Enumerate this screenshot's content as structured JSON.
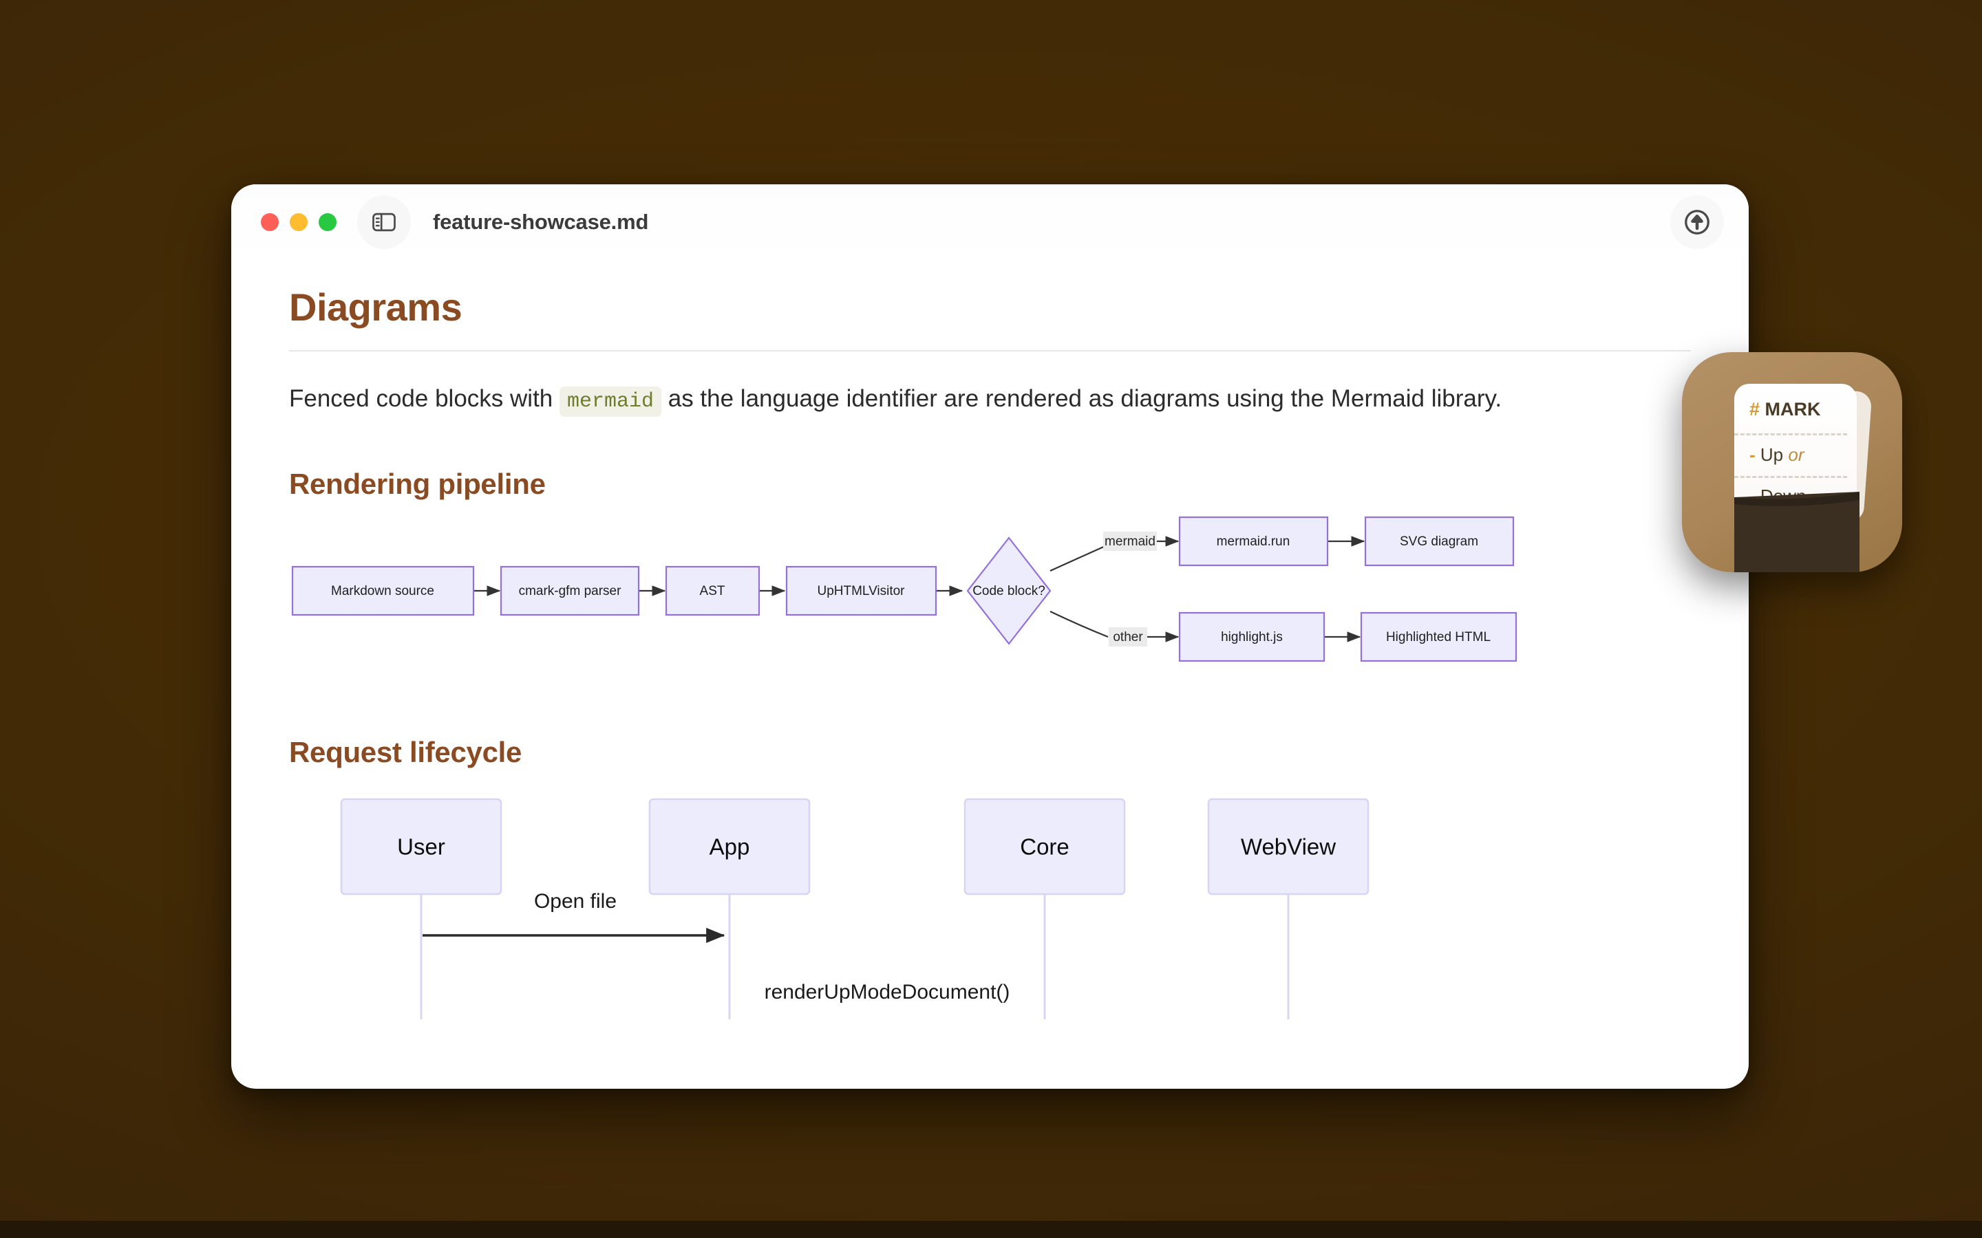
{
  "desktop": {
    "background_color": "#3f2806",
    "bottom_band_color": "#231708"
  },
  "window": {
    "title": "feature-showcase.md",
    "traffic_lights": {
      "close_color": "#ff5f57",
      "minimize_color": "#febc2e",
      "maximize_color": "#28c840"
    },
    "sidebar_toggle_icon": "sidebar-toggle-icon",
    "share_icon": "arrow-up-circle-icon"
  },
  "document": {
    "h1": "Diagrams",
    "intro": {
      "before_code": "Fenced code blocks with ",
      "code": "mermaid",
      "after_code": " as the language identifier are rendered as diagrams using the Mermaid library.",
      "code_color": "#6f7d2e",
      "code_bg": "#f1f1e8"
    },
    "heading_color": "#8a4b22",
    "sections": [
      {
        "h2": "Rendering pipeline"
      },
      {
        "h2": "Request lifecycle"
      }
    ]
  },
  "flowchart": {
    "node_fill": "#ececfd",
    "node_stroke": "#9370db",
    "nodes": [
      {
        "id": "n1",
        "label": "Markdown source",
        "shape": "rect"
      },
      {
        "id": "n2",
        "label": "cmark-gfm parser",
        "shape": "rect"
      },
      {
        "id": "n3",
        "label": "AST",
        "shape": "rect"
      },
      {
        "id": "n4",
        "label": "UpHTMLVisitor",
        "shape": "rect"
      },
      {
        "id": "n5",
        "label": "Code block?",
        "shape": "diamond"
      },
      {
        "id": "n6",
        "label": "mermaid.run",
        "shape": "rect"
      },
      {
        "id": "n7",
        "label": "SVG diagram",
        "shape": "rect"
      },
      {
        "id": "n8",
        "label": "highlight.js",
        "shape": "rect"
      },
      {
        "id": "n9",
        "label": "Highlighted HTML",
        "shape": "rect"
      }
    ],
    "edge_labels": [
      {
        "from": "n5",
        "to": "n6",
        "label": "mermaid"
      },
      {
        "from": "n5",
        "to": "n8",
        "label": "other"
      }
    ]
  },
  "sequence": {
    "actor_fill": "#ececfd",
    "actor_stroke": "#d7d4f5",
    "actors": [
      "User",
      "App",
      "Core",
      "WebView"
    ],
    "messages": [
      {
        "from": "User",
        "to": "App",
        "label": "Open file"
      },
      {
        "from": "App",
        "to": "Core",
        "label": "renderUpModeDocument()"
      }
    ]
  },
  "app_icon": {
    "name": "markdown-app-icon",
    "heading": "MARK",
    "hash": "#",
    "line_up": "Up",
    "line_up_or": "or",
    "line_down": "Down",
    "bullet": "-"
  }
}
